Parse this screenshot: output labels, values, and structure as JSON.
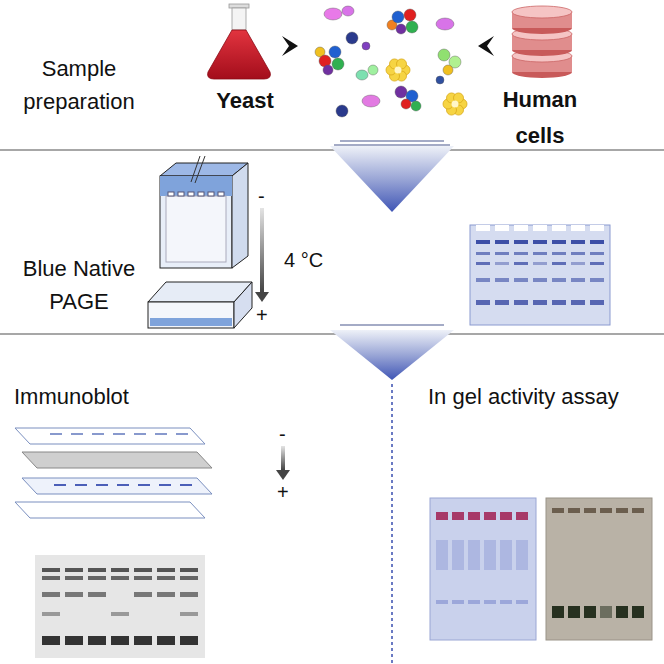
{
  "diagram": {
    "nodes": [
      {
        "text": [
          "Sample preparation"
        ]
      },
      {
        "text": [
          "Yeast"
        ],
        "in": 0
      },
      {
        "text": [
          "Human cells"
        ],
        "in": 0
      },
      {
        "text": [
          "Blue Native PAGE"
        ]
      },
      {
        "text": [
          "Immunoblot"
        ]
      },
      {
        "text": [
          "In gel activity assay"
        ]
      }
    ],
    "edges": [
      {
        "from": 0,
        "to": 3,
        "arrow": "to"
      },
      {
        "from": 3,
        "to": 4,
        "arrow": "to"
      },
      {
        "from": 3,
        "to": 5,
        "arrow": "to"
      }
    ],
    "labels": [
      "-",
      "4 °C",
      "+",
      "-",
      "+"
    ]
  }
}
